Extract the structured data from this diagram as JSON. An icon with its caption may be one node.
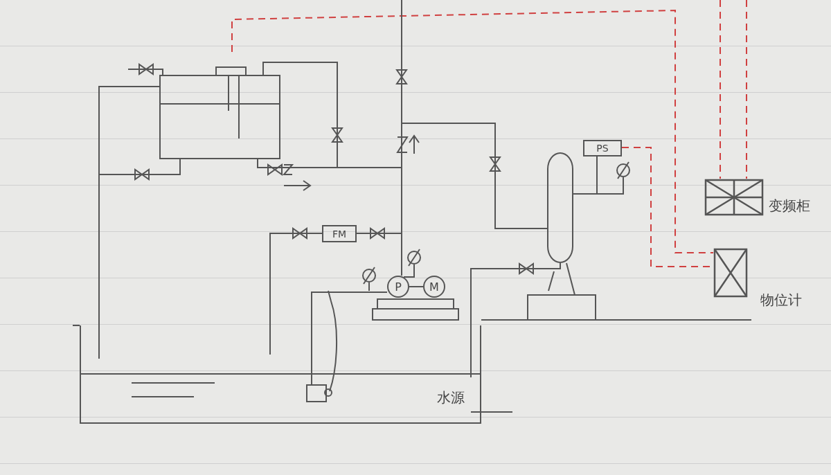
{
  "diagram": {
    "nodes": [
      {
        "text": [],
        "shape": "box"
      },
      {
        "text": [
          "FM"
        ]
      },
      {
        "text": [
          "P"
        ]
      },
      {
        "text": [
          "M"
        ]
      },
      {
        "text": [],
        "shape": "cylinder"
      },
      {
        "text": [
          "PS"
        ]
      },
      {
        "text": [
          "变频柜"
        ]
      },
      {
        "text": [
          "物位计"
        ]
      },
      {
        "text": [
          "水源"
        ]
      },
      {
        "text": [],
        "shape": "box",
        "in": 8
      }
    ],
    "edges": [
      {
        "from": 2,
        "to": 3,
        "arrow": "none"
      },
      {
        "from": 1,
        "to": 2,
        "arrow": "none"
      },
      {
        "from": 1,
        "to": 8,
        "arrow": "none"
      },
      {
        "from": 2,
        "to": 9,
        "arrow": "none"
      },
      {
        "from": 0,
        "to": 2,
        "arrow": "none"
      },
      {
        "from": 2,
        "to": 4,
        "arrow": "none"
      },
      {
        "from": 4,
        "to": 5,
        "arrow": "none"
      },
      {
        "from": 4,
        "to": 8,
        "arrow": "none"
      },
      {
        "from": 0,
        "to": 8,
        "arrow": "none"
      },
      {
        "from": 5,
        "to": 7,
        "arrow": "none",
        "style": "dashed",
        "color": "#d04040"
      },
      {
        "from": null,
        "to": 7,
        "arrow": "none",
        "style": "dashed",
        "color": "#d04040"
      },
      {
        "from": null,
        "to": 6,
        "arrow": "none",
        "style": "dashed",
        "color": "#d04040"
      },
      {
        "from": null,
        "to": 6,
        "arrow": "none",
        "style": "dashed",
        "color": "#d04040"
      },
      {
        "from": 2,
        "to": null,
        "arrow": "none"
      },
      {
        "from": 0,
        "to": 2,
        "arrow": "none"
      },
      {
        "from": 0,
        "to": 8,
        "arrow": "none"
      },
      {
        "from": null,
        "to": 0,
        "arrow": "none"
      }
    ]
  }
}
